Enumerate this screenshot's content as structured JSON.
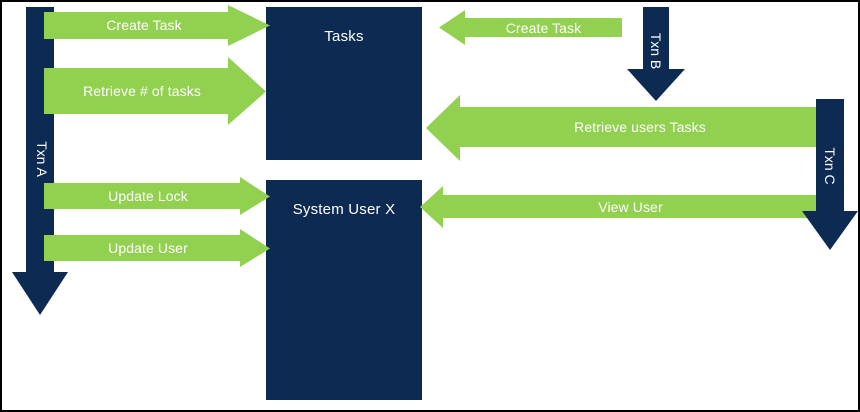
{
  "diagram": {
    "type": "sequence-interaction-diagram",
    "background": "#ffffff",
    "border_color": "#000000",
    "colors": {
      "navy": "#0d2a52",
      "green": "#92d050",
      "text_on_fill": "#ffffff"
    },
    "entities": [
      {
        "id": "tasks",
        "label": "Tasks"
      },
      {
        "id": "system-user-x",
        "label": "System User X"
      }
    ],
    "transactions": [
      {
        "id": "txn-a",
        "label": "Txn A",
        "direction": "down",
        "side": "left"
      },
      {
        "id": "txn-b",
        "label": "Txn B",
        "direction": "down",
        "side": "right"
      },
      {
        "id": "txn-c",
        "label": "Txn C",
        "direction": "down",
        "side": "right"
      }
    ],
    "messages": [
      {
        "id": "create-task-left",
        "label": "Create Task",
        "direction": "right",
        "from": "txn-a",
        "to": "tasks"
      },
      {
        "id": "retrieve-num-tasks",
        "label": "Retrieve # of tasks",
        "direction": "right",
        "from": "txn-a",
        "to": "tasks"
      },
      {
        "id": "create-task-right",
        "label": "Create Task",
        "direction": "left",
        "from": "txn-b",
        "to": "tasks"
      },
      {
        "id": "retrieve-users-tasks",
        "label": "Retrieve users Tasks",
        "direction": "left",
        "from": "txn-c",
        "to": "tasks"
      },
      {
        "id": "update-lock",
        "label": "Update Lock",
        "direction": "right",
        "from": "txn-a",
        "to": "system-user-x"
      },
      {
        "id": "update-user",
        "label": "Update User",
        "direction": "right",
        "from": "txn-a",
        "to": "system-user-x"
      },
      {
        "id": "view-user",
        "label": "View User",
        "direction": "left",
        "from": "txn-c",
        "to": "system-user-x"
      }
    ]
  }
}
